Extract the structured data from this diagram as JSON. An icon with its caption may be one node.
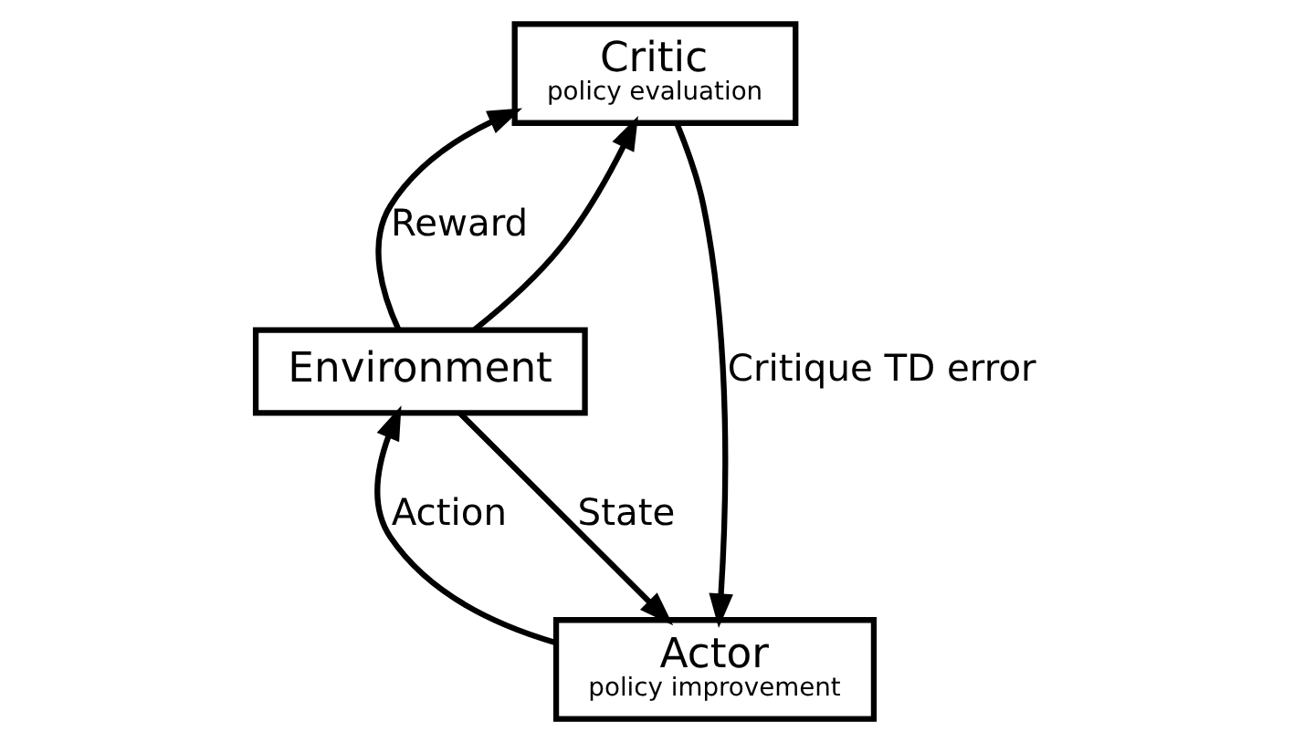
{
  "diagram": {
    "nodes": [
      {
        "text": [
          "Actor",
          "policy improvement"
        ]
      },
      {
        "text": [
          "Environment"
        ]
      },
      {
        "text": [
          "Critic",
          "policy evaluation"
        ]
      }
    ],
    "edges": [
      {
        "from": 0,
        "to": 1,
        "arrow": "to",
        "label": "Action"
      },
      {
        "from": 1,
        "to": 2,
        "arrow": "to",
        "label": "Reward"
      },
      {
        "from": 2,
        "to": 0,
        "arrow": "to",
        "label": "Critique TD error"
      },
      {
        "from": 1,
        "to": 0,
        "arrow": "to",
        "label": "State"
      },
      {
        "from": 1,
        "to": 2,
        "arrow": "to"
      }
    ]
  }
}
